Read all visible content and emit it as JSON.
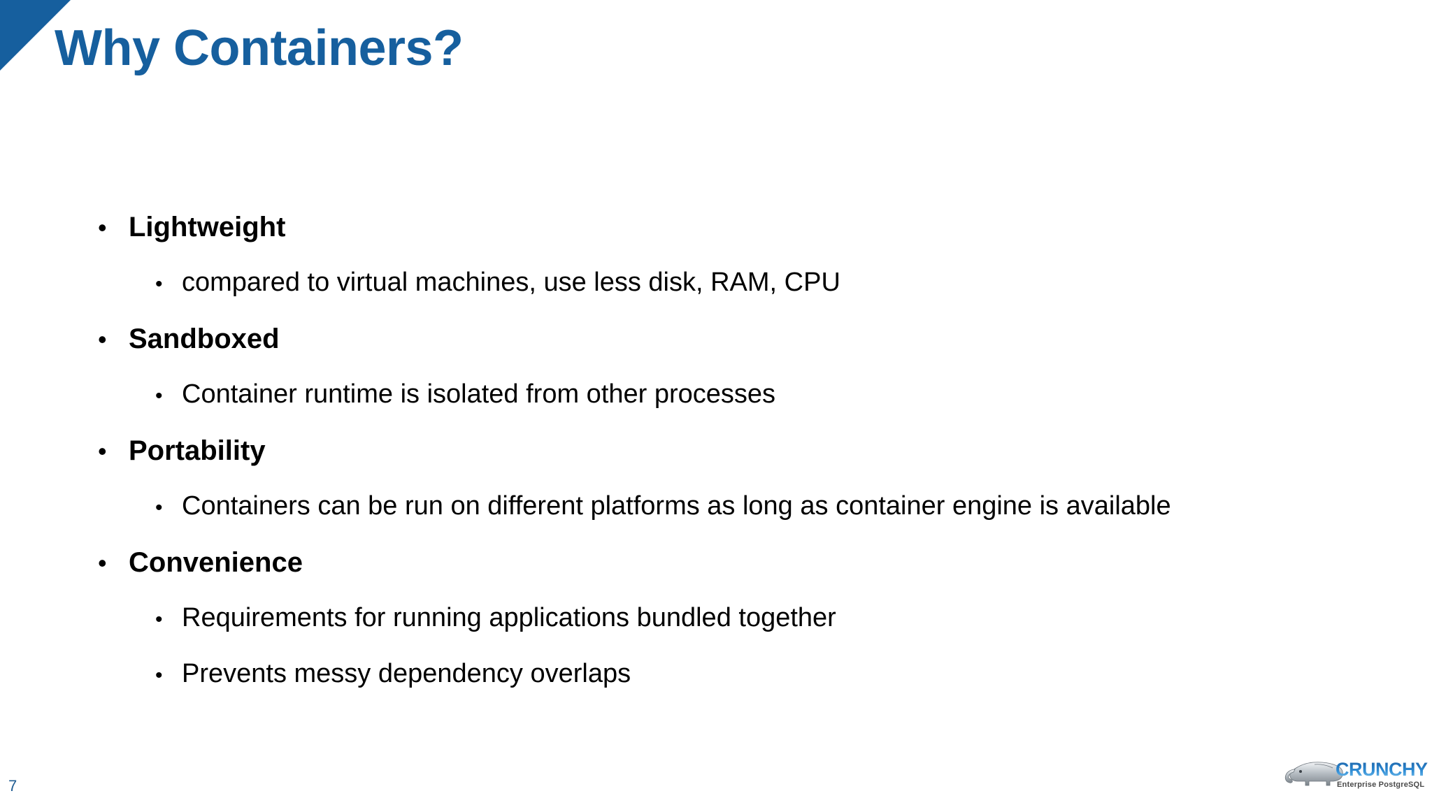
{
  "slide": {
    "title": "Why Containers?",
    "page_number": "7",
    "accent_color": "#165F9E",
    "text_color": "#000000",
    "background_color": "#FFFFFF"
  },
  "bullets": [
    {
      "level": 1,
      "text": "Lightweight"
    },
    {
      "level": 2,
      "text": "compared to virtual machines, use less disk, RAM, CPU"
    },
    {
      "level": 1,
      "text": "Sandboxed"
    },
    {
      "level": 2,
      "text": "Container runtime is isolated from other processes"
    },
    {
      "level": 1,
      "text": "Portability"
    },
    {
      "level": 2,
      "text": "Containers can be run on different platforms as long as container engine is available"
    },
    {
      "level": 1,
      "text": "Convenience"
    },
    {
      "level": 2,
      "text": "Requirements for running applications bundled together"
    },
    {
      "level": 2,
      "text": "Prevents messy dependency overlaps"
    }
  ],
  "bullet_marker": "•",
  "logo": {
    "wordmark": "CRUNCHY",
    "tagline": "Enterprise PostgreSQL",
    "mark_icon": "elephant-icon",
    "wordmark_color": "#2D8BD4",
    "tagline_color": "#4A4A4A"
  }
}
